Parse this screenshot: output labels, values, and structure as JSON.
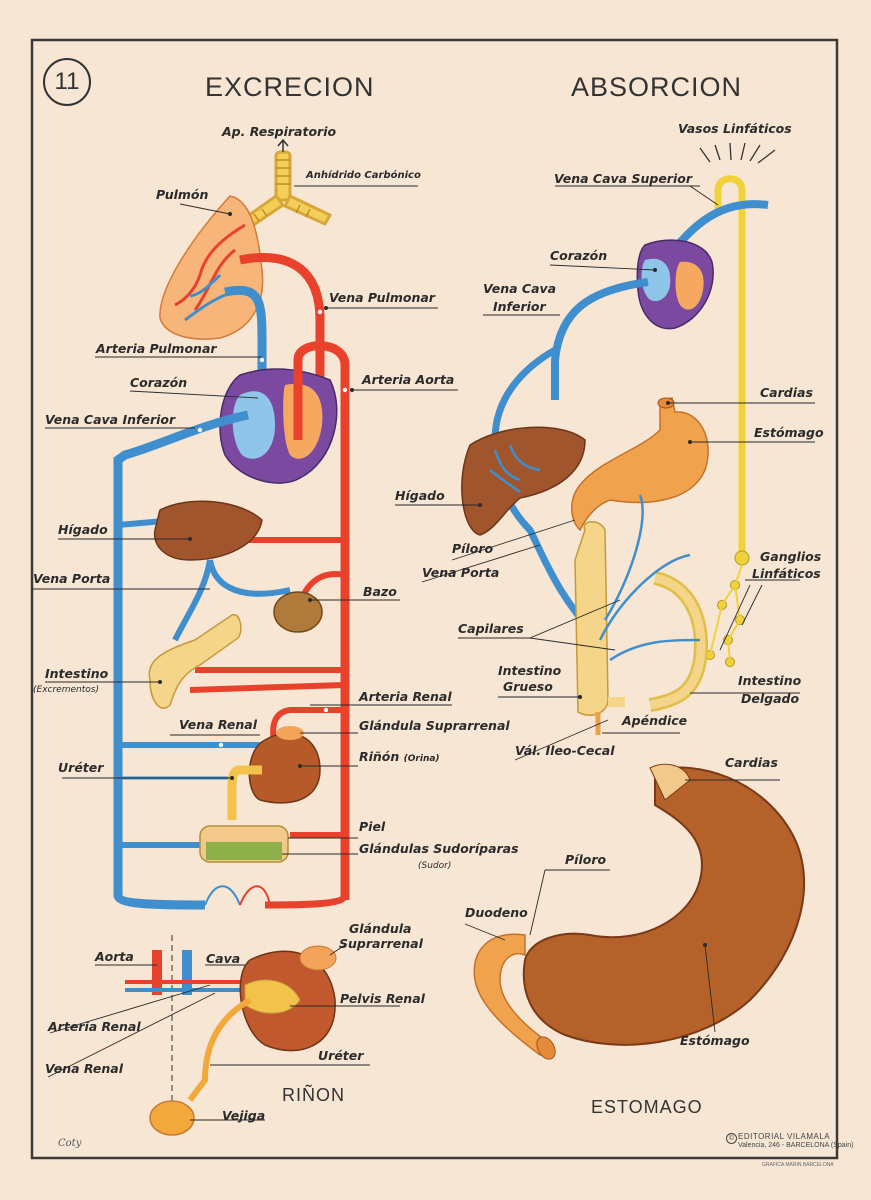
{
  "poster": {
    "number": "11",
    "title_left": "EXCRECION",
    "title_right": "ABSORCION",
    "subtitle_kidney": "RIÑON",
    "subtitle_stomach": "ESTOMAGO",
    "signature": "Coty",
    "publisher_name": "EDITORIAL VILAMALA",
    "publisher_address": "Valencia, 246 - BARCELONA (Spain)",
    "copyright_symbol": "©",
    "footer_print": "GRAFICA MARIN  BARCELONA"
  },
  "colors": {
    "background": "#f6e6d3",
    "artery": "#e8422c",
    "vein": "#3f8fcf",
    "lymph": "#f2d23a",
    "organ_liver": "#a0552c",
    "heart": "#7b4aa0",
    "stomach": "#f0a24c"
  },
  "excrecion": {
    "ap_respiratorio": "Ap. Respiratorio",
    "anhidrido": "Anhídrido Carbónico",
    "pulmon": "Pulmón",
    "vena_pulmonar": "Vena Pulmonar",
    "arteria_pulmonar": "Arteria Pulmonar",
    "corazon": "Corazón",
    "arteria_aorta": "Arteria Aorta",
    "vena_cava_inferior": "Vena Cava Inferior",
    "higado": "Hígado",
    "vena_porta": "Vena Porta",
    "bazo": "Bazo",
    "intestino": "Intestino",
    "excrementos": "(Excrementos)",
    "arteria_renal": "Arteria Renal",
    "vena_renal": "Vena Renal",
    "glandula_suprarrenal": "Glándula Suprarrenal",
    "ureter": "Uréter",
    "rinon": "Riñón",
    "orina": "(Orina)",
    "piel": "Piel",
    "glandulas_sudoriparas": "Glándulas Sudoríparas",
    "sudor": "(Sudor)"
  },
  "rinon": {
    "aorta": "Aorta",
    "cava": "Cava",
    "glandula_1": "Glándula",
    "glandula_2": "Suprarrenal",
    "arteria_renal": "Arteria Renal",
    "pelvis_renal": "Pelvis Renal",
    "vena_renal": "Vena Renal",
    "ureter": "Uréter",
    "vejiga": "Vejiga"
  },
  "absorcion": {
    "vasos_linfaticos": "Vasos Linfáticos",
    "vena_cava_superior": "Vena Cava Superior",
    "corazon": "Corazón",
    "vena_cava_inferior_1": "Vena Cava",
    "vena_cava_inferior_2": "Inferior",
    "cardias": "Cardias",
    "estomago": "Estómago",
    "higado": "Hígado",
    "ganglios_1": "Ganglios",
    "ganglios_2": "Linfáticos",
    "piloro": "Píloro",
    "vena_porta": "Vena Porta",
    "capilares": "Capilares",
    "intestino_grueso_1": "Intestino",
    "intestino_grueso_2": "Grueso",
    "intestino_delgado_1": "Intestino",
    "intestino_delgado_2": "Delgado",
    "apendice": "Apéndice",
    "val_ileo": "Vál. Ileo-Cecal"
  },
  "estomago": {
    "cardias": "Cardias",
    "piloro": "Píloro",
    "duodeno": "Duodeno",
    "estomago": "Estómago"
  }
}
